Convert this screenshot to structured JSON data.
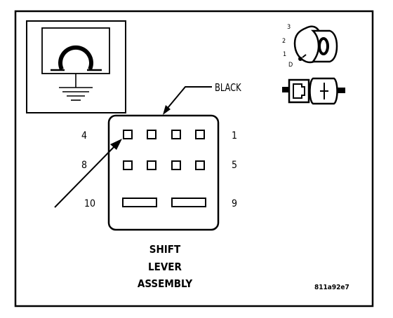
{
  "connector": {
    "wire_color_label": "BLACK",
    "pin_labels": {
      "top_left": "4",
      "top_right": "1",
      "mid_left": "8",
      "mid_right": "5",
      "bottom_left": "10",
      "bottom_right": "9"
    }
  },
  "component": {
    "line1": "SHIFT",
    "line2": "LEVER",
    "line3": "ASSEMBLY"
  },
  "key_icon": {
    "pos_3": "3",
    "pos_2": "2",
    "pos_1": "1",
    "pos_d": "D"
  },
  "figure_id": "811a92e7",
  "icons": [
    "ohmmeter-icon",
    "ground-symbol-icon",
    "ignition-key-icon",
    "connector-side-view-icon"
  ]
}
